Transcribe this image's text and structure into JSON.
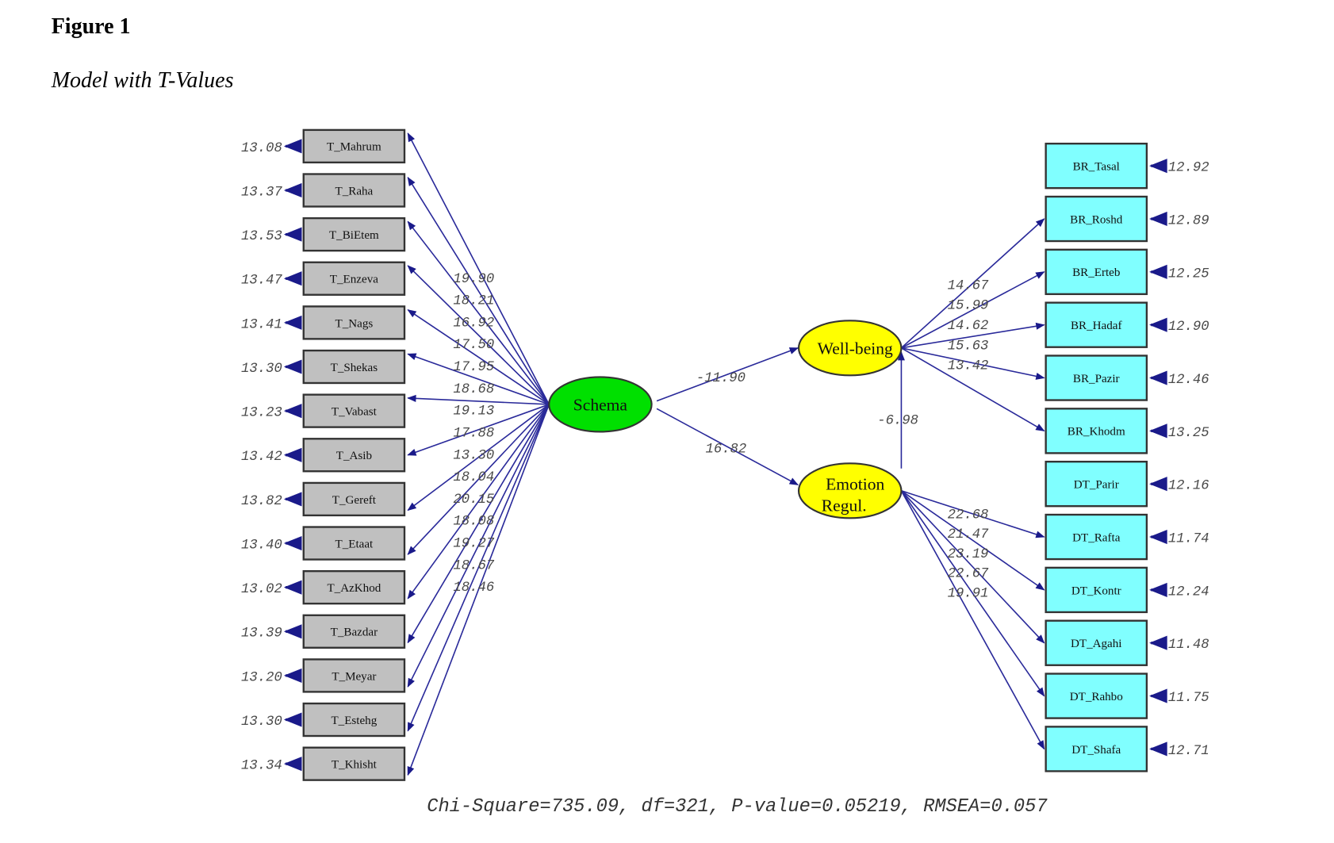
{
  "figure": {
    "number_label": "Figure 1",
    "caption": "Model with T-Values"
  },
  "colors": {
    "exogenous_latent": "#00e000",
    "endogenous_latent": "#ffff00",
    "left_indicator": "#c0c0c0",
    "right_indicator": "#80ffff",
    "path": "#2a2a9a"
  },
  "latents": {
    "schema": {
      "label": "Schema"
    },
    "wellbeing": {
      "label": "Well-being"
    },
    "emotion": {
      "label_line1": "Emotion",
      "label_line2": "Regul."
    }
  },
  "structural_paths": [
    {
      "from": "Schema",
      "to": "Well-being",
      "t_value": "-11.90"
    },
    {
      "from": "Schema",
      "to": "Emotion Regul.",
      "t_value": "16.82"
    },
    {
      "from": "Emotion Regul.",
      "to": "Well-being",
      "t_value": "-6.98"
    }
  ],
  "schema_indicators": [
    {
      "name": "T_Mahrum",
      "error_t": "13.08",
      "loading_t": "19.90"
    },
    {
      "name": "T_Raha",
      "error_t": "13.37",
      "loading_t": "18.21"
    },
    {
      "name": "T_BiEtem",
      "error_t": "13.53",
      "loading_t": "16.92"
    },
    {
      "name": "T_Enzeva",
      "error_t": "13.47",
      "loading_t": "17.50"
    },
    {
      "name": "T_Nags",
      "error_t": "13.41",
      "loading_t": "17.95"
    },
    {
      "name": "T_Shekas",
      "error_t": "13.30",
      "loading_t": "18.68"
    },
    {
      "name": "T_Vabast",
      "error_t": "13.23",
      "loading_t": "19.13"
    },
    {
      "name": "T_Asib",
      "error_t": "13.42",
      "loading_t": "17.88"
    },
    {
      "name": "T_Gereft",
      "error_t": "13.82",
      "loading_t": "13.30"
    },
    {
      "name": "T_Etaat",
      "error_t": "13.40",
      "loading_t": "18.04"
    },
    {
      "name": "T_AzKhod",
      "error_t": "13.02",
      "loading_t": "20.15"
    },
    {
      "name": "T_Bazdar",
      "error_t": "13.39",
      "loading_t": "18.08"
    },
    {
      "name": "T_Meyar",
      "error_t": "13.20",
      "loading_t": "19.27"
    },
    {
      "name": "T_Estehg",
      "error_t": "13.30",
      "loading_t": "18.67"
    },
    {
      "name": "T_Khisht",
      "error_t": "13.34",
      "loading_t": "18.46"
    }
  ],
  "wellbeing_indicators": [
    {
      "name": "BR_Tasal",
      "error_t": "12.92",
      "loading_t": ""
    },
    {
      "name": "BR_Roshd",
      "error_t": "12.89",
      "loading_t": "14.67"
    },
    {
      "name": "BR_Erteb",
      "error_t": "12.25",
      "loading_t": "15.99"
    },
    {
      "name": "BR_Hadaf",
      "error_t": "12.90",
      "loading_t": "14.62"
    },
    {
      "name": "BR_Pazir",
      "error_t": "12.46",
      "loading_t": "15.63"
    },
    {
      "name": "BR_Khodm",
      "error_t": "13.25",
      "loading_t": "13.42"
    }
  ],
  "emotion_indicators": [
    {
      "name": "DT_Parir",
      "error_t": "12.16",
      "loading_t": ""
    },
    {
      "name": "DT_Rafta",
      "error_t": "11.74",
      "loading_t": "22.68"
    },
    {
      "name": "DT_Kontr",
      "error_t": "12.24",
      "loading_t": "21.47"
    },
    {
      "name": "DT_Agahi",
      "error_t": "11.48",
      "loading_t": "23.19"
    },
    {
      "name": "DT_Rahbo",
      "error_t": "11.75",
      "loading_t": "22.67"
    },
    {
      "name": "DT_Shafa",
      "error_t": "12.71",
      "loading_t": "19.91"
    }
  ],
  "fit_statistics": {
    "text": "Chi-Square=735.09, df=321, P-value=0.05219, RMSEA=0.057",
    "chi_square": "735.09",
    "df": "321",
    "p_value": "0.05219",
    "rmsea": "0.057"
  }
}
